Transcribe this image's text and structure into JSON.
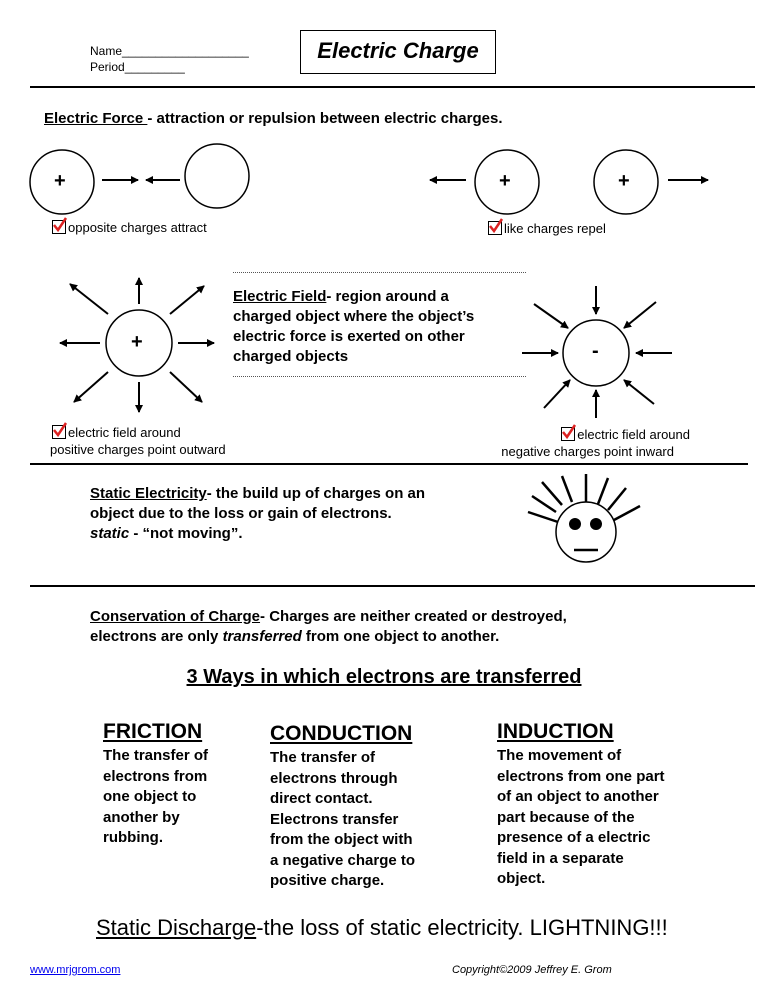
{
  "header": {
    "name_label": "Name___________________",
    "period_label": "Period_________",
    "title": "Electric Charge"
  },
  "electric_force": {
    "term": "Electric Force ",
    "definition": "- attraction or repulsion between electric charges.",
    "attract_caption": "opposite charges attract",
    "repel_caption": "like charges repel",
    "plus_sign": "+"
  },
  "electric_field": {
    "term": "Electric Field",
    "definition_lines": [
      "- region around a",
      "charged object where the object’s",
      "electric force is exerted on other",
      "charged objects"
    ],
    "positive_caption_line1": "electric field around",
    "positive_caption_line2": "positive charges point outward",
    "negative_caption_line1": "electric field around",
    "negative_caption_line2": "negative charges point inward",
    "plus_sign": "+",
    "minus_sign": "-"
  },
  "static_electricity": {
    "term": "Static Electricity",
    "line1_rest": "- the build up of charges on an",
    "line2": "object due to the loss or gain of electrons.",
    "static_word": "static",
    "static_def": " - “not moving”."
  },
  "conservation": {
    "term": "Conservation of Charge",
    "line1_rest": "- Charges are neither created or destroyed,",
    "line2_a": "electrons are only ",
    "line2_italic": "transferred",
    "line2_b": " from one object to another."
  },
  "ways_heading": "3 Ways in which electrons are transferred",
  "methods": [
    {
      "title": "FRICTION",
      "lines": [
        "The transfer of",
        "electrons from",
        "one object to",
        "another by",
        "rubbing."
      ]
    },
    {
      "title": "CONDUCTION",
      "lines": [
        "The transfer of",
        "electrons through",
        "direct contact.",
        "Electrons transfer",
        "from the object with",
        "a negative charge to",
        "positive charge."
      ]
    },
    {
      "title": "INDUCTION",
      "lines": [
        "The movement of",
        "electrons from one part",
        "of an object to another",
        "part because of the",
        "presence of a electric",
        "field in a separate",
        "object."
      ]
    }
  ],
  "static_discharge": {
    "term": "Static Discharge",
    "rest": "-the loss of static electricity. LIGHTNING!!!"
  },
  "footer": {
    "website": "www.mrjgrom.com",
    "copyright": "Copyright©2009 Jeffrey E. Grom"
  }
}
